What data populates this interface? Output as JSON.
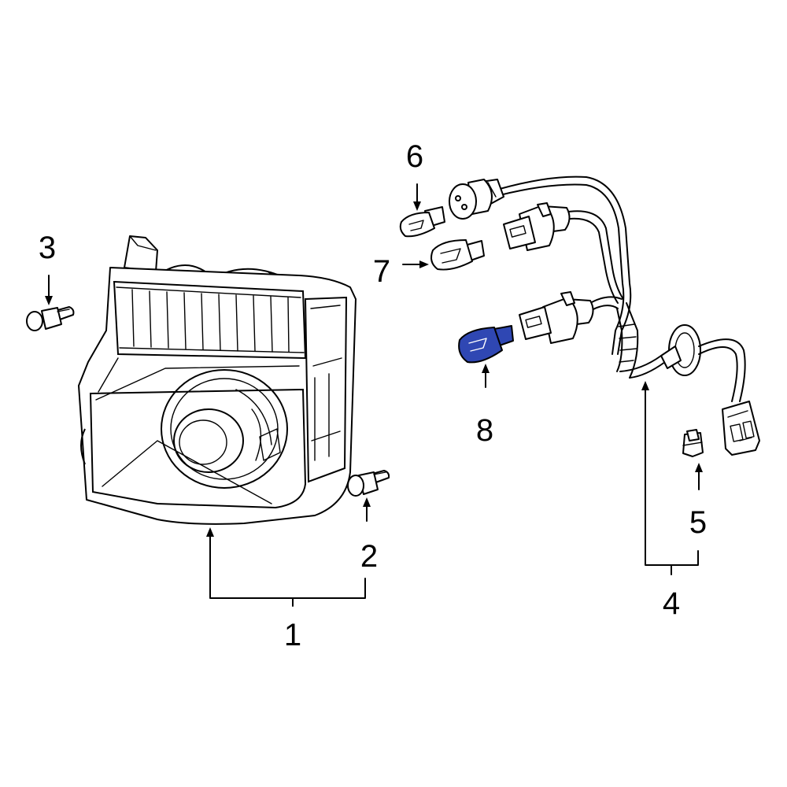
{
  "callouts": [
    {
      "id": "1",
      "label": "1"
    },
    {
      "id": "2",
      "label": "2"
    },
    {
      "id": "3",
      "label": "3"
    },
    {
      "id": "4",
      "label": "4"
    },
    {
      "id": "5",
      "label": "5"
    },
    {
      "id": "6",
      "label": "6"
    },
    {
      "id": "7",
      "label": "7"
    },
    {
      "id": "8",
      "label": "8"
    }
  ],
  "highlight": {
    "part_label": "8",
    "color": "#2f47b3"
  },
  "line_color": "#000000",
  "background": "#ffffff"
}
